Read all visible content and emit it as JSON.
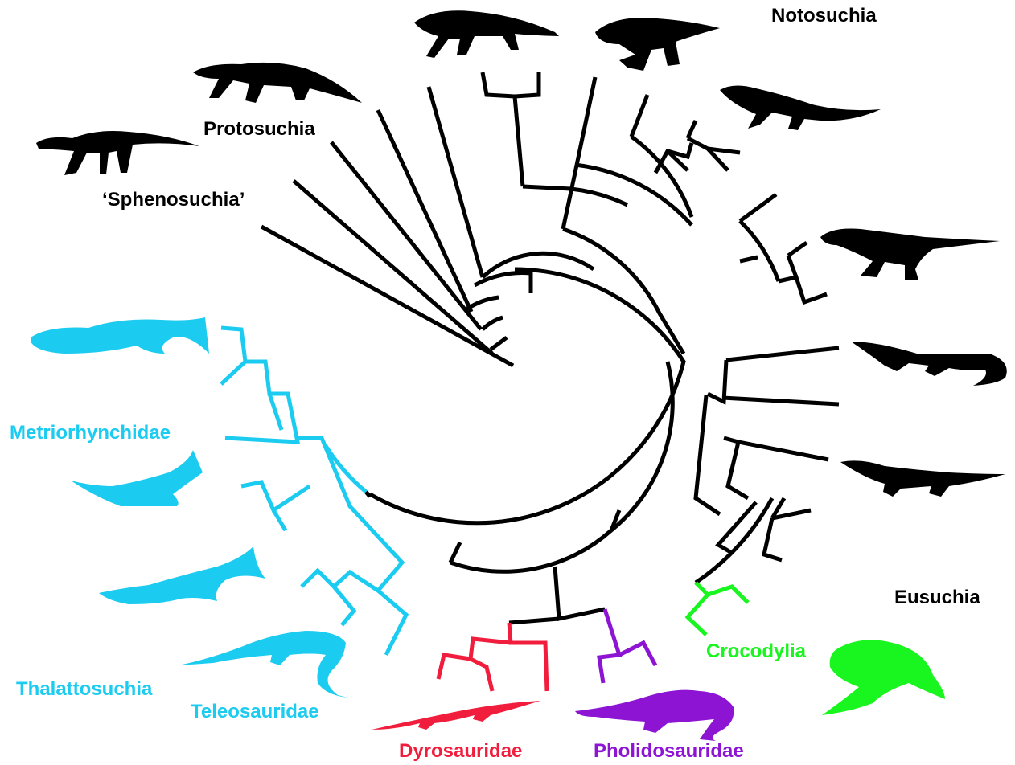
{
  "colors": {
    "black": "#000000",
    "thalattosuchia": "#1CCCF0",
    "dyrosauridae": "#F01E3C",
    "pholidosauridae": "#8C14D2",
    "crocodylia": "#19F51E"
  },
  "labels": {
    "notosuchia": "Notosuchia",
    "protosuchia": "Protosuchia",
    "sphenosuchia": "‘Sphenosuchia’",
    "metriorhynchidae": "Metriorhynchidae",
    "thalattosuchia": "Thalattosuchia",
    "teleosauridae": "Teleosauridae",
    "dyrosauridae": "Dyrosauridae",
    "pholidosauridae": "Pholidosauridae",
    "crocodylia": "Crocodylia",
    "eusuchia": "Eusuchia"
  },
  "silhouettes": [
    {
      "name": "sphenosuchian-silhouette",
      "group": "sphenosuchia",
      "color": "black"
    },
    {
      "name": "protosuchian-silhouette",
      "group": "protosuchia",
      "color": "black"
    },
    {
      "name": "crocodyliform-silhouette-a",
      "group": "notosuchia",
      "color": "black"
    },
    {
      "name": "notosuchian-silhouette-a",
      "group": "notosuchia",
      "color": "black"
    },
    {
      "name": "notosuchian-silhouette-b",
      "group": "notosuchia",
      "color": "black"
    },
    {
      "name": "sebecid-silhouette",
      "group": "notosuchia",
      "color": "black"
    },
    {
      "name": "neosuchian-silhouette-a",
      "group": "neosuchia",
      "color": "black"
    },
    {
      "name": "neosuchian-silhouette-b",
      "group": "neosuchia",
      "color": "black"
    },
    {
      "name": "metriorhynchid-silhouette-a",
      "group": "metriorhynchidae",
      "color": "thalattosuchia"
    },
    {
      "name": "metriorhynchid-silhouette-b",
      "group": "metriorhynchidae",
      "color": "thalattosuchia"
    },
    {
      "name": "metriorhynchid-silhouette-c",
      "group": "metriorhynchidae",
      "color": "thalattosuchia"
    },
    {
      "name": "teleosaurid-silhouette",
      "group": "teleosauridae",
      "color": "thalattosuchia"
    },
    {
      "name": "dyrosaurid-silhouette",
      "group": "dyrosauridae",
      "color": "dyrosauridae"
    },
    {
      "name": "pholidosaurid-silhouette",
      "group": "pholidosauridae",
      "color": "pholidosauridae"
    },
    {
      "name": "crocodylian-silhouette",
      "group": "crocodylia",
      "color": "crocodylia"
    }
  ]
}
